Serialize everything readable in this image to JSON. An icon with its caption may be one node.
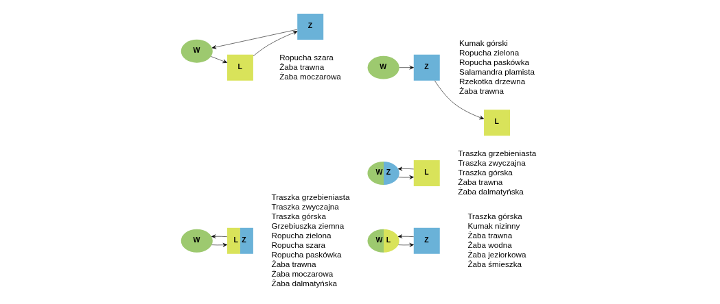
{
  "diagram": {
    "nodes": [
      {
        "text": [
          "W"
        ]
      },
      {
        "text": [
          "L",
          "Z"
        ]
      },
      {
        "text": [
          "W",
          "Z"
        ]
      },
      {
        "text": [
          "L"
        ]
      },
      {
        "text": [
          "W",
          "L"
        ]
      },
      {
        "text": [
          "Z"
        ]
      },
      {
        "text": [
          "W"
        ]
      },
      {
        "text": [
          "L"
        ]
      },
      {
        "text": [
          "Z"
        ]
      },
      {
        "text": [
          "W"
        ]
      },
      {
        "text": [
          "Z"
        ]
      },
      {
        "text": [
          "L"
        ]
      }
    ],
    "edges": [
      {
        "from": 0,
        "to": 1,
        "arrow": "to"
      },
      {
        "from": 1,
        "to": 0,
        "arrow": "to"
      },
      {
        "from": 2,
        "to": 3,
        "arrow": "to"
      },
      {
        "from": 3,
        "to": 2,
        "arrow": "to"
      },
      {
        "from": 4,
        "to": 5,
        "arrow": "to"
      },
      {
        "from": 5,
        "to": 4,
        "arrow": "to"
      },
      {
        "from": 6,
        "to": 7,
        "arrow": "to"
      },
      {
        "from": 7,
        "to": 8,
        "arrow": "to"
      },
      {
        "from": 8,
        "to": 6,
        "arrow": "to"
      },
      {
        "from": 9,
        "to": 10,
        "arrow": "to"
      },
      {
        "from": 10,
        "to": 11,
        "arrow": "to"
      }
    ],
    "labels": [
      "Traszka grzebieniasta",
      "Traszka zwyczajna",
      "Traszka górska",
      "Grzebiuszka ziemna",
      "Ropucha zielona",
      "Ropucha szara",
      "Ropucha paskówka",
      "Żaba trawna",
      "Żaba moczarowa",
      "Żaba dalmatyńska",
      "Traszka grzebieniasta",
      "Traszka zwyczajna",
      "Traszka górska",
      "Żaba trawna",
      "Żaba dalmatyńska",
      "Traszka górska",
      "Kumak nizinny",
      "Żaba trawna",
      "Żaba wodna",
      "Żaba jeziorkowa",
      "Żaba śmieszka",
      "Ropucha szara",
      "Żaba trawna",
      "Żaba moczarowa",
      "Kumak górski",
      "Ropucha zielona",
      "Ropucha paskówka",
      "Salamandra plamista",
      "Rzekotka drzewna",
      "Żaba trawna"
    ]
  }
}
